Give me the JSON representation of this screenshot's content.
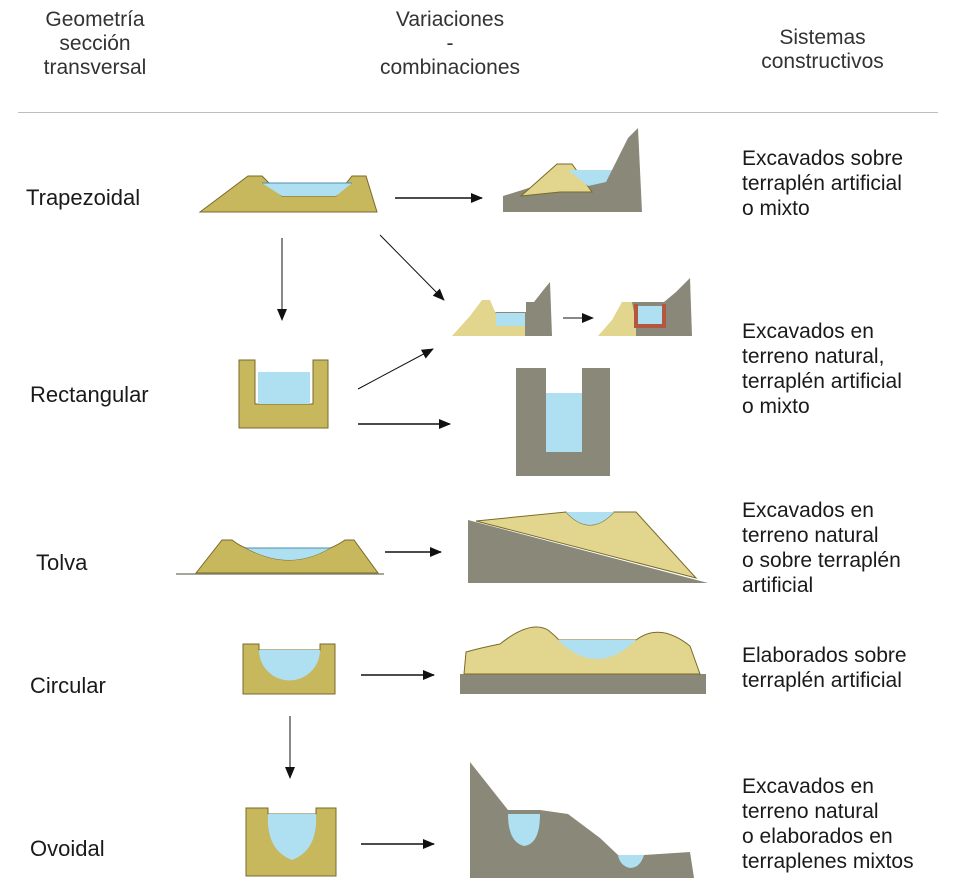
{
  "headers": {
    "col1": "Geometría\nsección\ntransversal",
    "col2": "Variaciones\n-\ncombinaciones",
    "col3": "Sistemas\nconstructivos"
  },
  "rows": [
    {
      "label": "Trapezoidal",
      "description": "Excavados sobre\nterraplén artificial\no mixto"
    },
    {
      "label": "Rectangular",
      "description": "Excavados en\nterreno natural,\nterraplén artificial\no mixto"
    },
    {
      "label": "Tolva",
      "description": "Excavados en\nterreno natural\no sobre terraplén\nartificial"
    },
    {
      "label": "Circular",
      "description": "Elaborados sobre\nterraplén artificial"
    },
    {
      "label": "Ovoidal",
      "description": "Excavados en\nterreno natural\no elaborados en\nterraplenes mixtos"
    }
  ],
  "colors": {
    "fill": "#c7b75d",
    "fill_light": "#e2d68e",
    "rock": "#8a8878",
    "water": "#aee0f2",
    "outline": "#7a6a2a",
    "lining": "#b5573e"
  }
}
